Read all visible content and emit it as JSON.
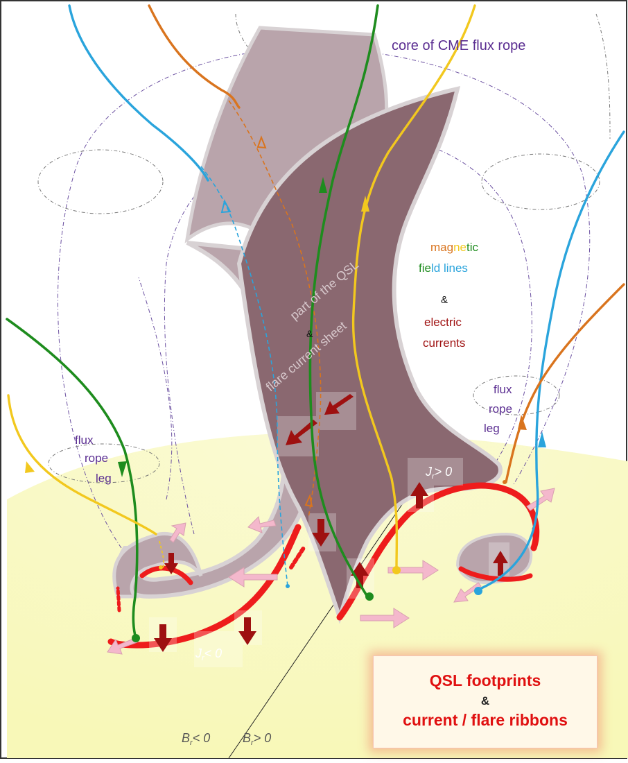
{
  "labels": {
    "core": "core of  CME flux  rope",
    "magnetic_parts": [
      "mag",
      "ne",
      "ti",
      "c"
    ],
    "field_parts": [
      "fie",
      "ld ",
      "lines"
    ],
    "amp": "&",
    "electric": "electric",
    "currents": "currents",
    "qsl_1": "part of the QSL",
    "qsl_amp": "&",
    "qsl_2": "flare current sheet",
    "leg_left": [
      "flux",
      "rope",
      "leg"
    ],
    "leg_right": [
      "flux",
      "rope",
      "leg"
    ],
    "jr_neg": [
      "J",
      "r",
      "< 0"
    ],
    "jr_pos": [
      "J",
      "r",
      "> 0"
    ],
    "br_neg": [
      "B",
      "r",
      "< 0"
    ],
    "br_pos": [
      "B",
      "r",
      "> 0"
    ]
  },
  "legend": {
    "line1": "QSL footprints",
    "amp": "&",
    "line2": "current / flare ribbons"
  },
  "colors": {
    "field_green": "#1e8c1e",
    "field_yellow": "#f2c81e",
    "field_blue": "#2aa4dc",
    "field_orange": "#d9741e",
    "ribbon_red": "#ee1c1c",
    "current_arrow": "#9e1010",
    "sheet_dark": "#8a6870",
    "sheet_light": "#b9a4ab",
    "photosphere": "#fbfbd0",
    "label_purple": "#5a2d91"
  }
}
